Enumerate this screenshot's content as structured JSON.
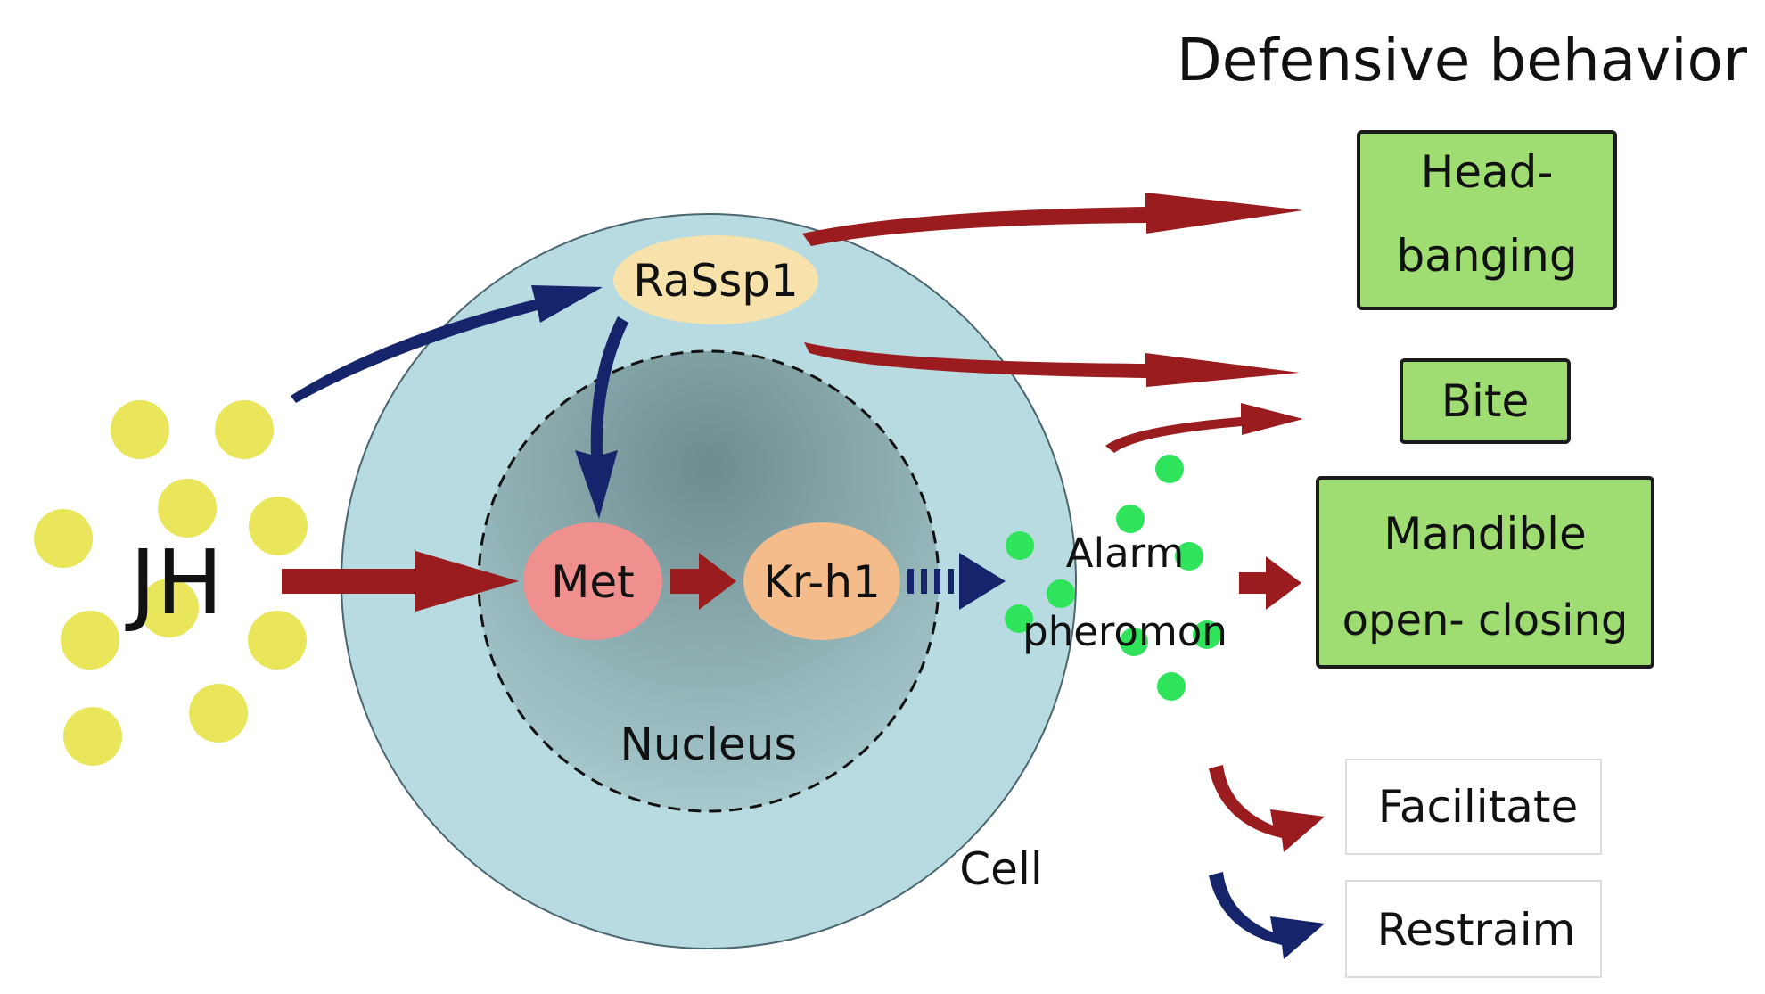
{
  "header": {
    "title": "Defensive behavior"
  },
  "labels": {
    "jh": "JH",
    "rassp1": "RaSsp1",
    "met": "Met",
    "krh1": "Kr-h1",
    "alarm_line1": "Alarm",
    "alarm_line2": "pheromon",
    "nucleus": "Nucleus",
    "cell": "Cell"
  },
  "behaviors": [
    {
      "line1": "Head-",
      "line2": "banging"
    },
    {
      "line1": "Bite"
    },
    {
      "line1": "Mandible",
      "line2": "open- closing"
    }
  ],
  "legend": {
    "facilitate": "Facilitate",
    "restrain": "Restraim"
  },
  "colors": {
    "facilitate": "#9b1c1f",
    "restrain": "#16256b",
    "cell": "#b7dbe1",
    "jh_molecule": "#e9e65c",
    "pheromone": "#2fe35a",
    "behavior_box": "#9fdd72",
    "met": "#ef8f8e",
    "krh1": "#f3bc8a",
    "rassp1": "#f6e2aa"
  }
}
